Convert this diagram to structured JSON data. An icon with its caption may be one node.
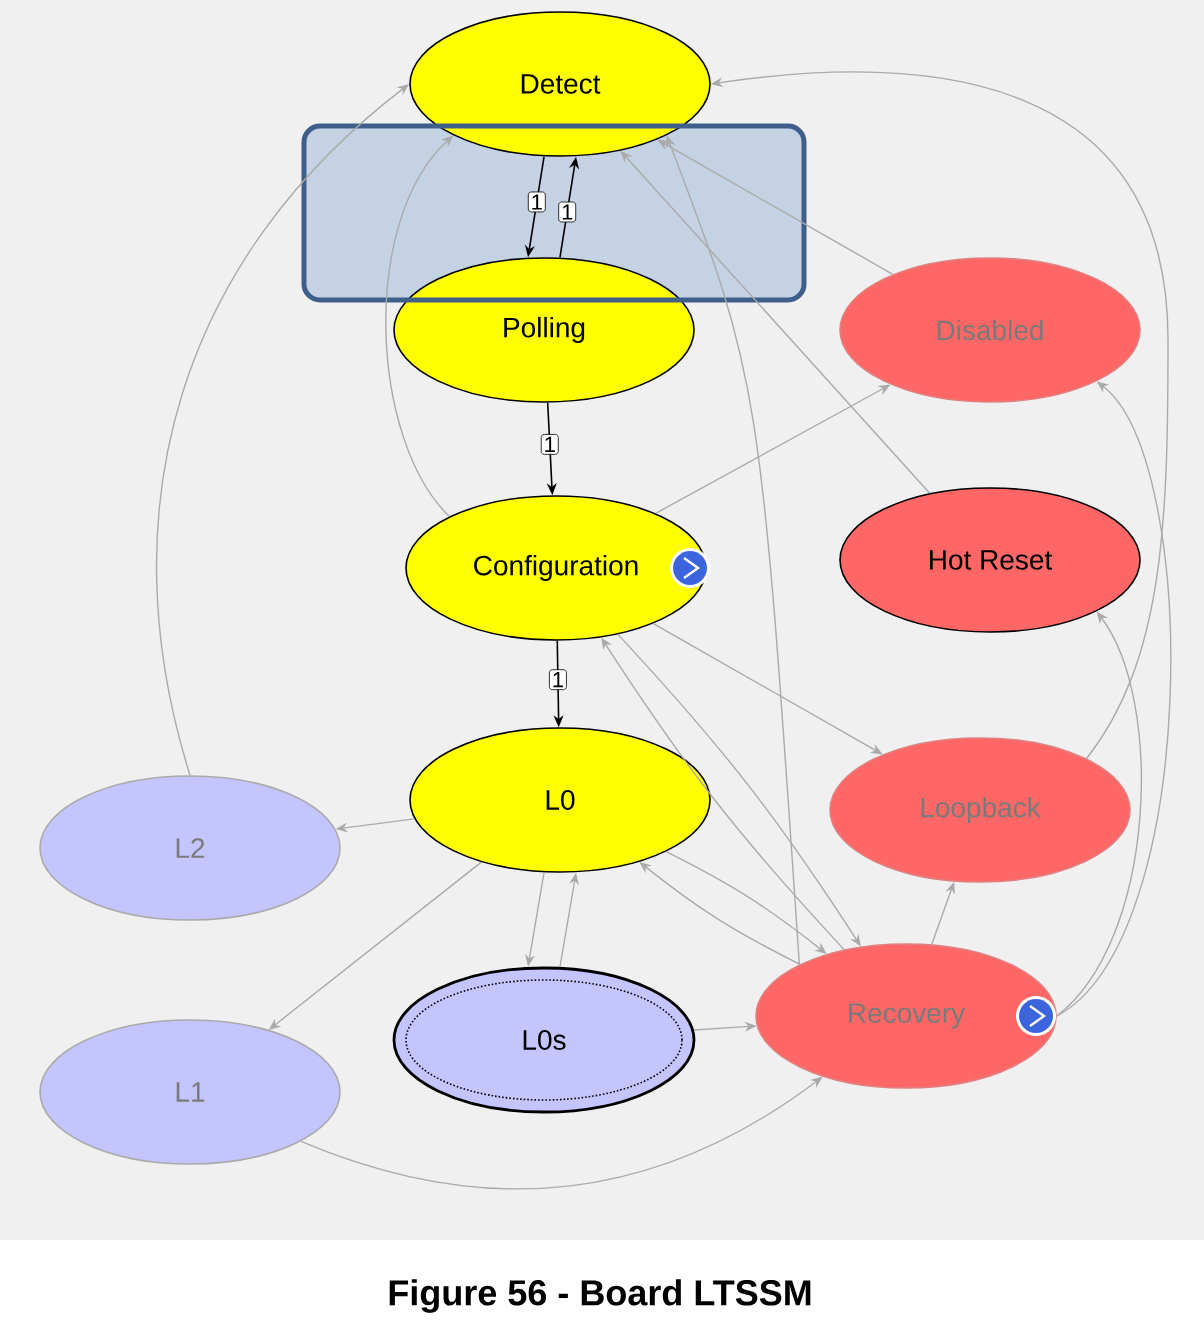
{
  "diagram": {
    "caption": "Figure 56 - Board LTSSM",
    "nodes": [
      {
        "text": [
          "Detect"
        ]
      },
      {
        "text": [
          "Polling"
        ]
      },
      {
        "text": [
          "Configuration"
        ]
      },
      {
        "text": [
          "Disabled"
        ]
      },
      {
        "text": [
          "Hot Reset"
        ]
      },
      {
        "text": [
          "L0"
        ]
      },
      {
        "text": [
          "L2"
        ]
      },
      {
        "text": [
          "Loopback"
        ]
      },
      {
        "text": [
          "L0s"
        ]
      },
      {
        "text": [
          "L1"
        ]
      },
      {
        "text": [
          "Recovery"
        ]
      }
    ],
    "edges": [
      {
        "from": 0,
        "to": 1,
        "arrow": "to",
        "label": "1",
        "color": "#000000"
      },
      {
        "from": 1,
        "to": 0,
        "arrow": "to",
        "label": "1",
        "color": "#000000"
      },
      {
        "from": 1,
        "to": 2,
        "arrow": "to",
        "label": "1",
        "color": "#000000"
      },
      {
        "from": 2,
        "to": 5,
        "arrow": "to",
        "label": "1",
        "color": "#000000"
      },
      {
        "from": 2,
        "to": 0,
        "arrow": "to"
      },
      {
        "from": 6,
        "to": 0,
        "arrow": "to"
      },
      {
        "from": 3,
        "to": 0,
        "arrow": "to"
      },
      {
        "from": 4,
        "to": 0,
        "arrow": "to"
      },
      {
        "from": 10,
        "to": 0,
        "arrow": "to"
      },
      {
        "from": 7,
        "to": 0,
        "arrow": "to"
      },
      {
        "from": 2,
        "to": 3,
        "arrow": "to"
      },
      {
        "from": 2,
        "to": 7,
        "arrow": "to"
      },
      {
        "from": 2,
        "to": 10,
        "arrow": "to"
      },
      {
        "from": 10,
        "to": 2,
        "arrow": "to"
      },
      {
        "from": 5,
        "to": 6,
        "arrow": "to"
      },
      {
        "from": 5,
        "to": 9,
        "arrow": "to"
      },
      {
        "from": 5,
        "to": 8,
        "arrow": "to"
      },
      {
        "from": 8,
        "to": 5,
        "arrow": "to"
      },
      {
        "from": 5,
        "to": 10,
        "arrow": "to"
      },
      {
        "from": 10,
        "to": 5,
        "arrow": "to"
      },
      {
        "from": 8,
        "to": 10,
        "arrow": "to"
      },
      {
        "from": 9,
        "to": 10,
        "arrow": "to"
      },
      {
        "from": 10,
        "to": 7,
        "arrow": "to"
      },
      {
        "from": 10,
        "to": 4,
        "arrow": "to"
      },
      {
        "from": 10,
        "to": 3,
        "arrow": "to"
      }
    ]
  }
}
